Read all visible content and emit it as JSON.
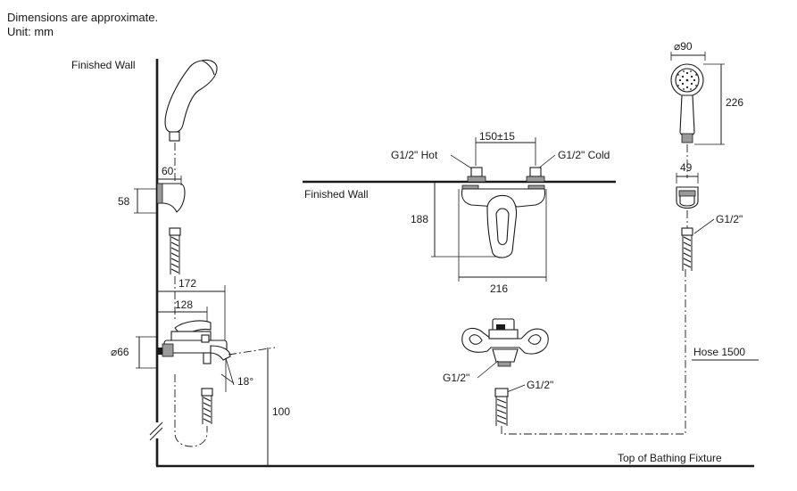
{
  "notes": {
    "approx": "Dimensions are approximate.",
    "unit": "Unit: mm"
  },
  "labels": {
    "finished_wall_left": "Finished Wall",
    "finished_wall_front": "Finished Wall",
    "top_of_bathing_fixture": "Top of Bathing Fixture",
    "hose": "Hose 1500",
    "hot_inlet": "G1/2\" Hot",
    "cold_inlet": "G1/2\" Cold",
    "hose_conn_handshower": "G1/2\"",
    "hose_conn_body_left": "G1/2\"",
    "hose_conn_body_right": "G1/2\""
  },
  "dimensions": {
    "holder_width": "60",
    "holder_height": "58",
    "spout_reach": "172",
    "lever_reach": "128",
    "escutcheon_dia": "⌀66",
    "spout_angle": "18°",
    "spout_height": "100",
    "inlet_centers": "150±15",
    "body_height": "188",
    "body_width": "216",
    "handshower_dia": "⌀90",
    "handshower_length": "226",
    "hanger_width": "49"
  },
  "colors": {
    "line": "#1a1a1a",
    "background": "#ffffff"
  }
}
